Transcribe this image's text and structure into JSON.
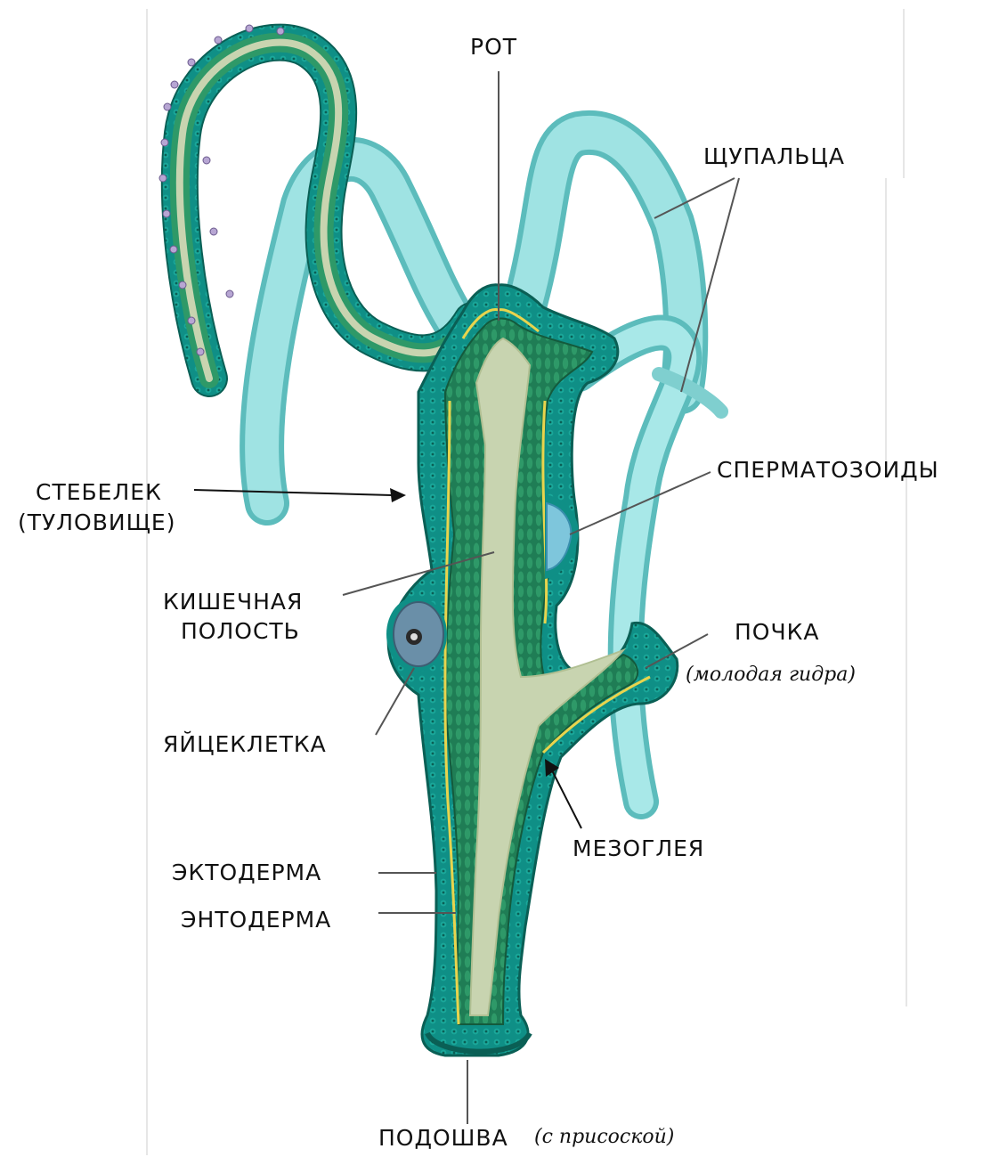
{
  "labels": {
    "mouth": "РОТ",
    "tentacles": "ЩУПАЛЬЦА",
    "stalk": "СТЕБЕЛЕК",
    "stalk_note": "(ТУЛОВИЩЕ)",
    "sperm": "СПЕРМАТОЗОИДЫ",
    "gut_line1": "КИШЕЧНАЯ",
    "gut_line2": "ПОЛОСТЬ",
    "bud": "ПОЧКА",
    "bud_note": "(молодая гидра)",
    "egg": "ЯЙЦЕКЛЕТКА",
    "mesoglea": "МЕЗОГЛЕЯ",
    "ectoderm": "ЭКТОДЕРМА",
    "endoderm": "ЭНТОДЕРМА",
    "sole": "ПОДОШВА",
    "sole_note": "(с присоской)"
  },
  "colors": {
    "ectoderm": "#0f8f86",
    "ectoderm_dark": "#0a5f55",
    "endoderm": "#1f7d55",
    "gut_cavity": "#c8d4b0",
    "mesoglea": "#e8d44d",
    "tentacle_pale": "#8fdcdc",
    "tentacle_pale_dark": "#5cbcbc",
    "egg": "#6a8fa8",
    "sperm": "#7ec6dc",
    "text": "#111111"
  }
}
